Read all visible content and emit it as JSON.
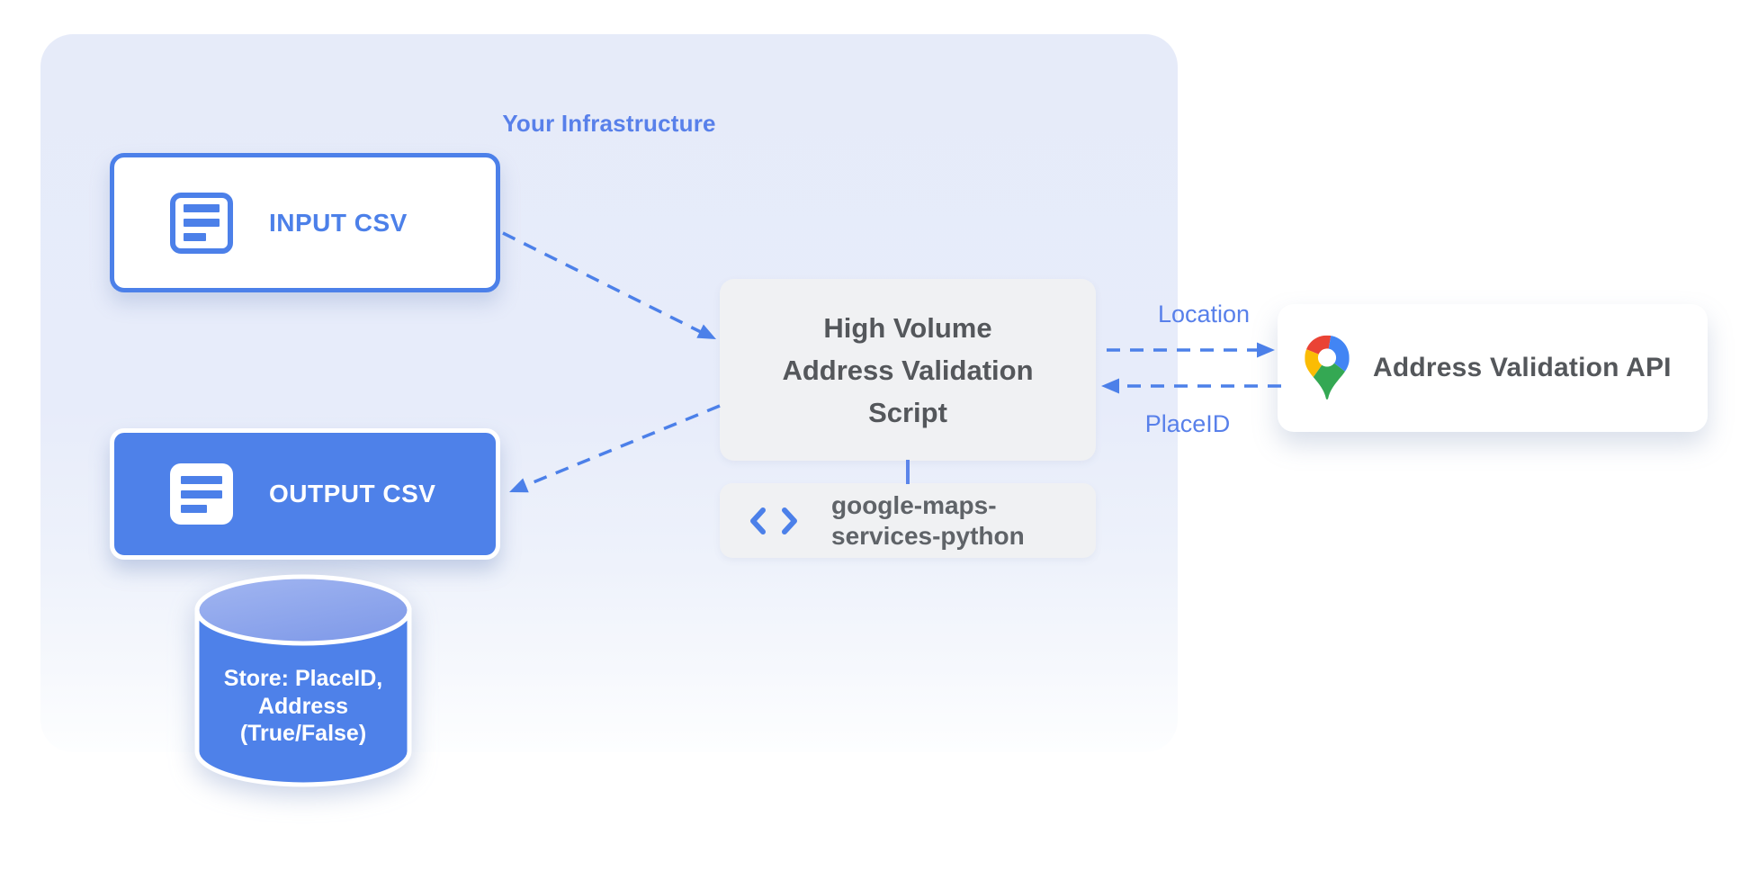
{
  "diagram": {
    "container_title": "Your Infrastructure",
    "nodes": {
      "input_csv": {
        "label": "INPUT CSV",
        "icon": "document-lines-icon"
      },
      "output_csv": {
        "label": "OUTPUT CSV",
        "icon": "document-lines-icon"
      },
      "script": {
        "lines": [
          "High Volume",
          "Address Validation",
          "Script"
        ]
      },
      "library": {
        "lines": [
          "google-maps-",
          "services-python"
        ],
        "icon": "code-brackets-icon"
      },
      "api": {
        "label": "Address Validation API",
        "icon": "google-maps-pin-icon"
      },
      "store": {
        "lines": [
          "Store: PlaceID,",
          "Address",
          "(True/False)"
        ]
      }
    },
    "edges": {
      "location_label": "Location",
      "placeid_label": "PlaceID"
    },
    "colors": {
      "accent_blue": "#4C80E9",
      "label_blue": "#5880EA",
      "container_bg": "#E6EBF9",
      "box_gray": "#F0F1F3",
      "dark_text": "#54575B",
      "library_text": "#5F6368",
      "cylinder_top": "#93AAED",
      "pin_blue": "#4285F4",
      "pin_red": "#EA4335",
      "pin_yellow": "#FBBC04",
      "pin_green": "#34A853"
    }
  }
}
